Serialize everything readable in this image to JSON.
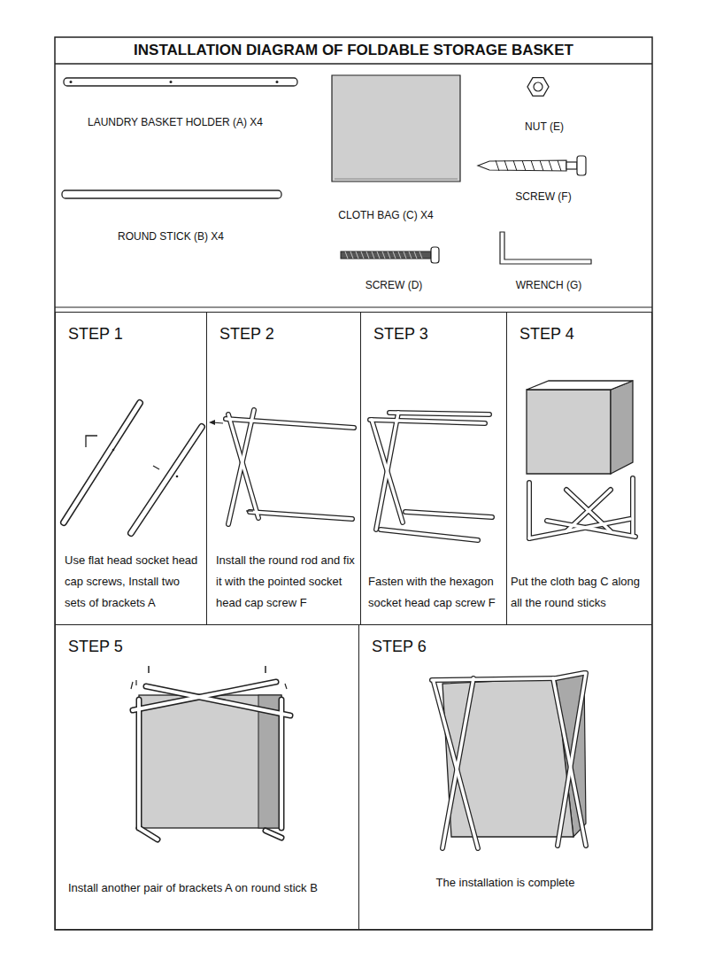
{
  "diagram": {
    "title": "INSTALLATION DIAGRAM OF FOLDABLE STORAGE BASKET",
    "nodes": [
      {
        "text": [
          "STEP 1",
          "Use flat head socket head cap screws, Install two sets of brackets A"
        ]
      },
      {
        "text": [
          "STEP 2",
          "Install the round rod and fix it with the pointed socket head cap screw F"
        ]
      },
      {
        "text": [
          "STEP 3",
          "Fasten with the hexagon socket head cap screw F"
        ]
      },
      {
        "text": [
          "STEP 4",
          "Put the cloth bag C along all the round sticks"
        ]
      },
      {
        "text": [
          "STEP 5",
          "Install another pair of brackets A on round stick B"
        ]
      },
      {
        "text": [
          "STEP 6",
          "The installation is complete"
        ]
      }
    ],
    "labels": [
      "LAUNDRY BASKET HOLDER (A) X4",
      "ROUND STICK (B) X4",
      "CLOTH BAG (C) X4",
      "SCREW (D)",
      "NUT (E)",
      "SCREW (F)",
      "WRENCH (G)"
    ]
  }
}
